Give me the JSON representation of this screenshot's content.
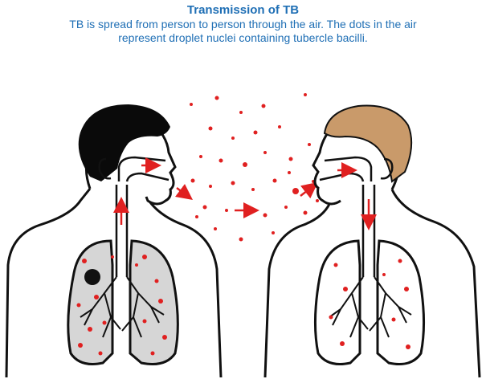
{
  "header": {
    "title": "Transmission of TB",
    "caption_line1": "TB is spread from person to person through the air. The dots in the air",
    "caption_line2": "represent droplet nuclei containing tubercle bacilli."
  },
  "figure": {
    "left_person": {
      "hair_color": "#0a0a0a",
      "lung_fill": "#d6d6d6",
      "role": "infected"
    },
    "right_person": {
      "hair_color": "#c99a6a",
      "lung_fill": "#ffffff",
      "role": "exposed"
    },
    "droplet_color": "#e02020",
    "outline_color": "#111111"
  }
}
